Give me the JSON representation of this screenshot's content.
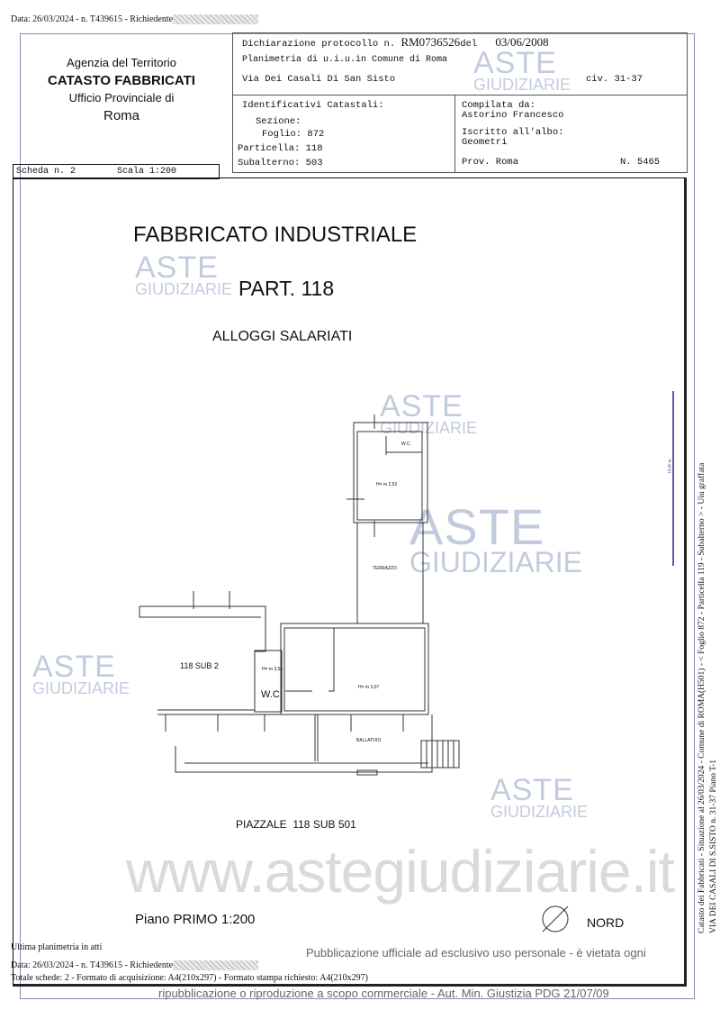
{
  "top_line": {
    "text": "Data: 26/03/2024 - n. T439615 - Richiedente"
  },
  "agency": {
    "line1": "Agenzia del Territorio",
    "line2": "CATASTO FABBRICATI",
    "line3": "Ufficio Provinciale di",
    "line4": "Roma"
  },
  "scheda": {
    "label": "Scheda n. 2",
    "scale": "Scala 1:200"
  },
  "header": {
    "dichiarazione_label": "Dichiarazione protocollo n.",
    "protocollo": "RM0736526",
    "del_label": "del",
    "date": "03/06/2008",
    "planimetria": "Planimetria di u.i.u.in Comune di Roma",
    "address": "Via Dei Casali Di San Sisto",
    "civ": "civ. 31-37",
    "ident_title": "Identificativi Catastali:",
    "sezione": "Sezione:",
    "foglio": "Foglio: 872",
    "particella": "Particella: 118",
    "subalterno": "Subalterno: 503",
    "compilata_label": "Compilata da:",
    "compilata_name": "Astorino Francesco",
    "albo_label": "Iscritto all'albo:",
    "albo_value": "Geometri",
    "prov": "Prov. Roma",
    "numero": "N. 5465"
  },
  "drawing": {
    "title": "FABBRICATO INDUSTRIALE",
    "part": "PART. 118",
    "subtitle": "ALLOGGI SALARIATI",
    "rooms": {
      "wc_top": "W.C.",
      "h_top": "H= m 2,52",
      "terrazzo": "TERRAZZO",
      "sub2": "118 SUB 2",
      "h_wc": "H= m 3,51",
      "wc_bottom": "W.C.",
      "h_main": "H= m 3,07",
      "ballatoio": "BALLATOIO"
    },
    "piazzale": "PIAZZALE  118 SUB 501",
    "piano": "Piano PRIMO 1:200",
    "nord": "NORD"
  },
  "watermark": {
    "line1": "ASTE",
    "line2": "GIUDIZIARIE",
    "url": "www.astegiudiziarie.it"
  },
  "side_text": {
    "line1": "Catasto dei Fabbricati - Situazione al 26/03/2024 - Comune di ROMA(H501) - < Foglio 872 - Particella 119 - Subalterno > - Uiu graffata",
    "line2": "VIA DEI CASALI DI S.SISTO n. 31-37 Piano T-1",
    "dim": "10,00 m"
  },
  "footer": {
    "ultima": "Ultima planimetria in atti",
    "data": "Data: 26/03/2024 - n. T439615 - Richiedente",
    "totale": "Totale schede: 2 - Formato di acquisizione: A4(210x297) - Formato stampa richiesto: A4(210x297)",
    "pub1": "Pubblicazione ufficiale ad esclusivo uso personale - è vietata ogni",
    "pub2": "ripubblicazione o riproduzione a scopo commerciale - Aut. Min. Giustizia PDG 21/07/09"
  }
}
